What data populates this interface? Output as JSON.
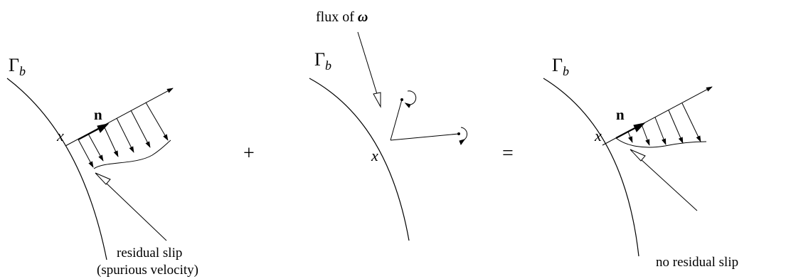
{
  "panels": [
    {
      "boundary_symbol": "Γ",
      "boundary_subscript": "b",
      "normal_label": "n",
      "point_label": "x",
      "annotation_line1": "residual slip",
      "annotation_line2": "(spurious velocity)"
    },
    {
      "boundary_symbol": "Γ",
      "boundary_subscript": "b",
      "point_label": "x",
      "annotation_prefix": "flux of",
      "annotation_symbol": "ω"
    },
    {
      "boundary_symbol": "Γ",
      "boundary_subscript": "b",
      "normal_label": "n",
      "point_label": "x",
      "annotation_line1": "no residual slip"
    }
  ],
  "operators": {
    "plus": "+",
    "equals": "="
  }
}
